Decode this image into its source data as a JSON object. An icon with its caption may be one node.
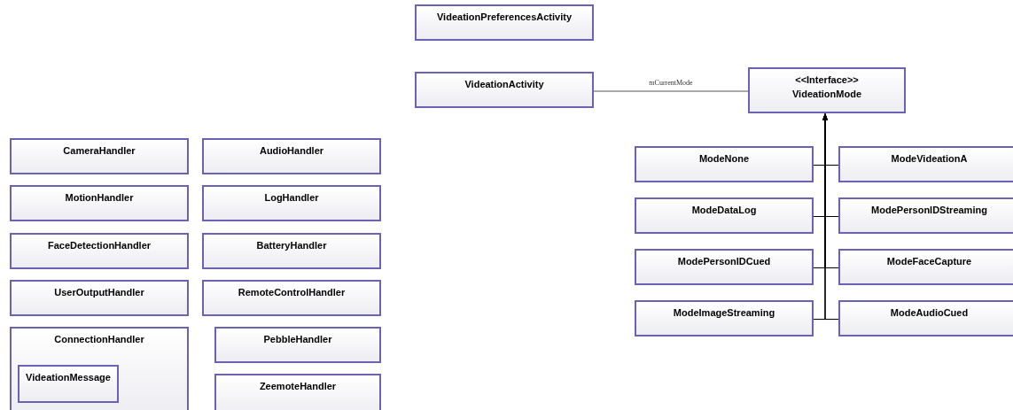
{
  "diagram": {
    "nodes": [
      {
        "text": [
          "VideationPreferencesActivity"
        ]
      },
      {
        "text": [
          "VideationActivity"
        ]
      },
      {
        "text": [
          "<<Interface>>",
          "VideationMode"
        ]
      },
      {
        "text": [
          "ModeNone"
        ]
      },
      {
        "text": [
          "ModeVideationA"
        ]
      },
      {
        "text": [
          "ModeDataLog"
        ]
      },
      {
        "text": [
          "ModePersonIDStreaming"
        ]
      },
      {
        "text": [
          "ModePersonIDCued"
        ]
      },
      {
        "text": [
          "ModeFaceCapture"
        ]
      },
      {
        "text": [
          "ModeImageStreaming"
        ]
      },
      {
        "text": [
          "ModeAudioCued"
        ]
      },
      {
        "text": [
          "CameraHandler"
        ]
      },
      {
        "text": [
          "AudioHandler"
        ]
      },
      {
        "text": [
          "MotionHandler"
        ]
      },
      {
        "text": [
          "LogHandler"
        ]
      },
      {
        "text": [
          "FaceDetectionHandler"
        ]
      },
      {
        "text": [
          "BatteryHandler"
        ]
      },
      {
        "text": [
          "UserOutputHandler"
        ]
      },
      {
        "text": [
          "RemoteControlHandler"
        ]
      },
      {
        "text": [
          "ConnectionHandler"
        ]
      },
      {
        "text": [
          "VideationMessage"
        ],
        "in": 19
      },
      {
        "text": [
          "PebbleHandler"
        ]
      },
      {
        "text": [
          "ZeemoteHandler"
        ]
      }
    ],
    "edges": [
      {
        "from": 1,
        "to": 2,
        "arrow": "none",
        "label": "mCurrentMode"
      },
      {
        "from": 3,
        "to": 2,
        "arrow": "to"
      },
      {
        "from": 4,
        "to": 2,
        "arrow": "to"
      },
      {
        "from": 5,
        "to": 2,
        "arrow": "to"
      },
      {
        "from": 6,
        "to": 2,
        "arrow": "to"
      },
      {
        "from": 7,
        "to": 2,
        "arrow": "to"
      },
      {
        "from": 8,
        "to": 2,
        "arrow": "to"
      },
      {
        "from": 9,
        "to": 2,
        "arrow": "to"
      },
      {
        "from": 10,
        "to": 2,
        "arrow": "to"
      }
    ]
  }
}
